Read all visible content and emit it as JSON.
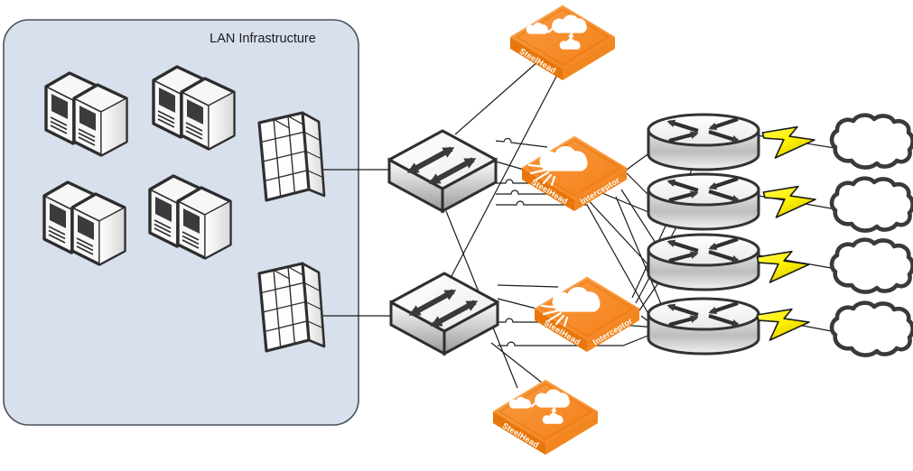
{
  "diagram": {
    "title": "LAN Infrastructure",
    "colors": {
      "lan_box_fill": "#D8E0EE",
      "appliance_orange": "#F6861F",
      "bolt_yellow": "#FFF200",
      "outline": "#333333",
      "connection_line": "#1A1A1A"
    },
    "appliances": [
      {
        "id": "steelhead-top",
        "type": "steelhead",
        "label": "SteelHead"
      },
      {
        "id": "interceptor-1",
        "type": "interceptor",
        "label_left": "SteelHead",
        "label_right": "Interceptor"
      },
      {
        "id": "interceptor-2",
        "type": "interceptor",
        "label_left": "SteelHead",
        "label_right": "Interceptor"
      },
      {
        "id": "steelhead-bottom",
        "type": "steelhead",
        "label": "SteelHead"
      }
    ],
    "nodes": {
      "server_pairs": [
        "server-pair-1",
        "server-pair-2",
        "server-pair-3",
        "server-pair-4"
      ],
      "storage_arrays": [
        "storage-array-1",
        "storage-array-2"
      ],
      "switches": [
        "switch-1",
        "switch-2"
      ],
      "routers": [
        "router-1",
        "router-2",
        "router-3",
        "router-4"
      ],
      "wan_clouds": [
        "wan-cloud-1",
        "wan-cloud-2",
        "wan-cloud-3",
        "wan-cloud-4"
      ],
      "wan_links": [
        "lightning-link-1",
        "lightning-link-2",
        "lightning-link-3",
        "lightning-link-4"
      ]
    }
  }
}
